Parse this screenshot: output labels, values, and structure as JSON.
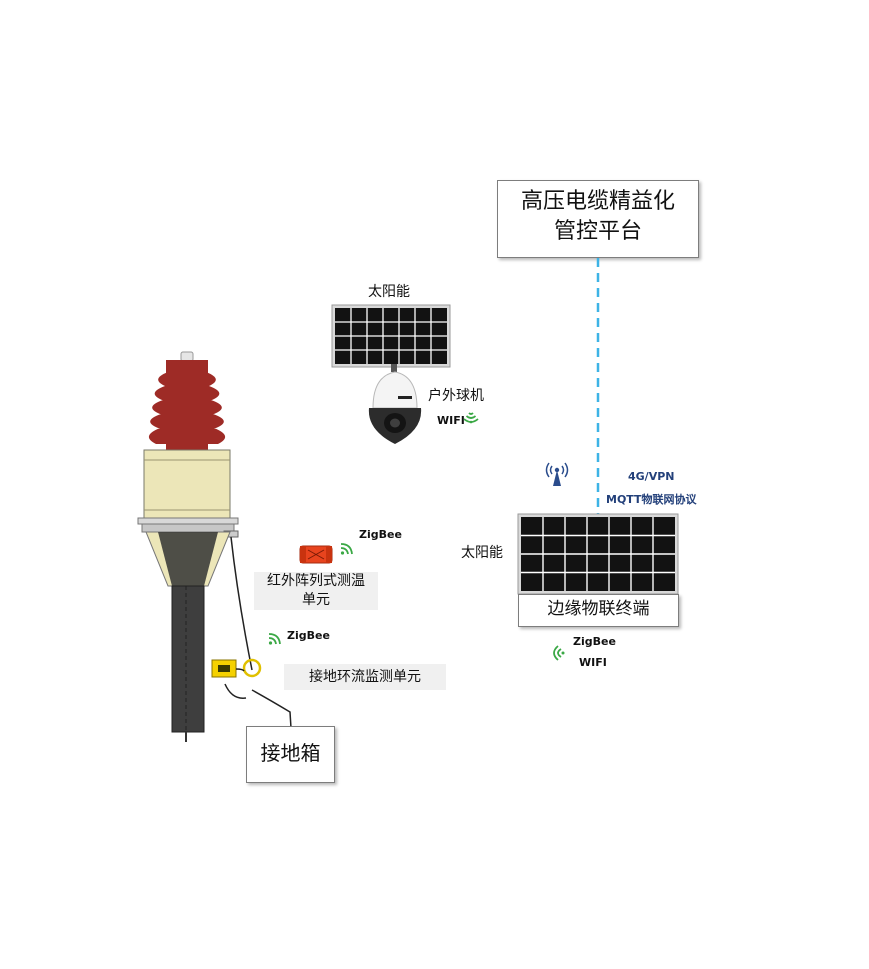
{
  "platform": {
    "line1": "高压电缆精益化",
    "line2": "管控平台"
  },
  "solar_top_label": "太阳能",
  "camera": {
    "label": "户外球机",
    "wifi": "WIFI"
  },
  "network": {
    "line1": "4G/VPN",
    "line2": "MQTT物联网协议"
  },
  "solar_right_label": "太阳能",
  "edge_terminal": "边缘物联终端",
  "edge_protocols": {
    "zigbee": "ZigBee",
    "wifi": "WIFI"
  },
  "infrared": {
    "zigbee": "ZigBee",
    "line1": "红外阵列式测温",
    "line2": "单元"
  },
  "grounding_monitor": {
    "zigbee": "ZigBee",
    "label": "接地环流监测单元"
  },
  "ground_box": "接地箱",
  "colors": {
    "insulator_red": "#9e2b26",
    "sleeve_cream": "#ece6b8",
    "dashed_link": "#3db3e6",
    "signal_green": "#3aa845",
    "antenna_blue": "#2a4c8c"
  }
}
